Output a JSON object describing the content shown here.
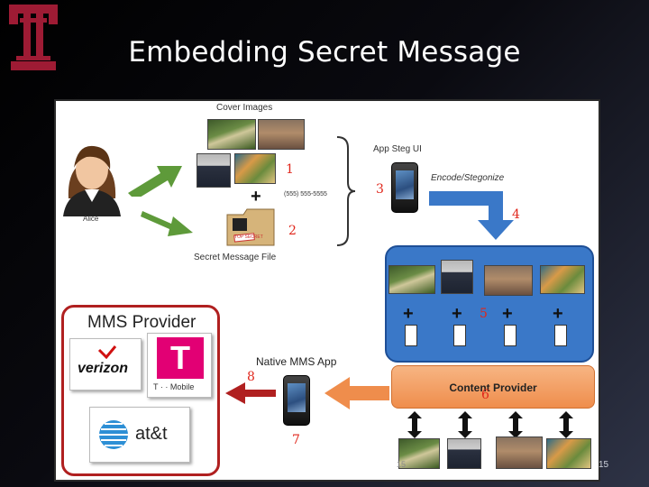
{
  "slide": {
    "title": "Embedding Secret Message",
    "page_number": "15",
    "page_number_small": "15"
  },
  "figure": {
    "cover_images_label": "Cover Images",
    "alice_label": "Alice",
    "phone_number": "(555) 555-5555",
    "secret_file_label": "Secret Message File",
    "app_steg_label": "App Steg UI",
    "encode_label": "Encode/Stegonize",
    "content_provider_label": "Content Provider",
    "native_mms_label": "Native MMS App",
    "mms_provider_label": "MMS Provider",
    "verizon_label": "verizon",
    "tmobile_letter": "T",
    "tmobile_label": "T · · Mobile",
    "att_label": "at&t",
    "stamp_text": "TOP SECRET",
    "step_labels": [
      "1",
      "2",
      "3",
      "4",
      "5",
      "6",
      "7",
      "8"
    ]
  },
  "colors": {
    "temple_red": "#9e1b34",
    "arrow_green": "#5e9a3a",
    "arrow_blue": "#3a78c8",
    "arrow_orange": "#ef8d4c",
    "arrow_red": "#b02020",
    "content_blue": "#3a78c8"
  }
}
